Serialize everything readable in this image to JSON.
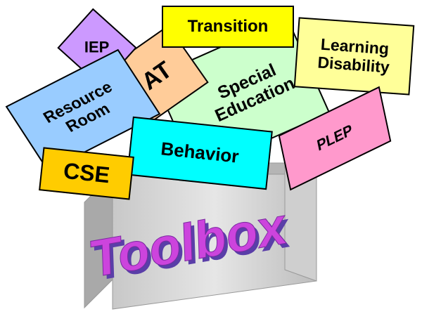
{
  "toolbox": {
    "title": "Toolbox",
    "box_color": "#d0d0d0",
    "text_color": "#cc44dd",
    "text_shadow_color": "#5a3ea8"
  },
  "cards": {
    "transition": {
      "label": "Transition",
      "color": "#ffff00"
    },
    "iep": {
      "label": "IEP",
      "color": "#cc99ff"
    },
    "at": {
      "label": "AT",
      "color": "#ffcc99"
    },
    "learning_disability": {
      "line1": "Learning",
      "line2": "Disability",
      "color": "#ffff99"
    },
    "special_education": {
      "line1": "Special",
      "line2": "Education",
      "color": "#ccffcc"
    },
    "resource_room": {
      "line1": "Resource",
      "line2": "Room",
      "color": "#99ccff"
    },
    "plep": {
      "label": "PLEP",
      "color": "#ff99cc"
    },
    "behavior": {
      "label": "Behavior",
      "color": "#00ffff"
    },
    "cse": {
      "label": "CSE",
      "color": "#ffcc00"
    }
  }
}
